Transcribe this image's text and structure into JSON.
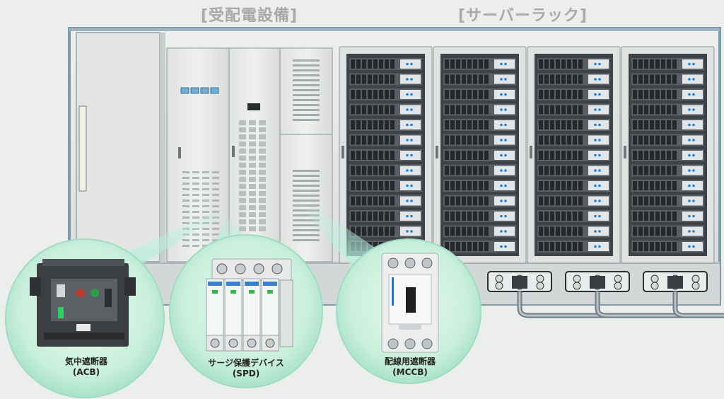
{
  "headers": {
    "power_equipment": "[受配電設備]",
    "server_rack": "[サーバーラック]"
  },
  "callouts": [
    {
      "id": "acb",
      "name": "気中遮断器",
      "abbr": "(ACB)"
    },
    {
      "id": "spd",
      "name": "サージ保護デバイス",
      "abbr": "(SPD)"
    },
    {
      "id": "mccb",
      "name": "配線用遮断器",
      "abbr": "(MCCB)"
    }
  ],
  "colors": {
    "room_wall": "#e2e3e3",
    "room_frame": "#8aa6b4",
    "cabinet": "#e6e8e6",
    "rack_interior": "#4a4d52",
    "bubble_fill": "#c8efdc",
    "callout_beam": "#aee8d6",
    "cable_tray": "#8fa0aa"
  },
  "icons": {
    "acb": "air-circuit-breaker-icon",
    "spd": "surge-protective-device-icon",
    "mccb": "molded-case-circuit-breaker-icon"
  }
}
